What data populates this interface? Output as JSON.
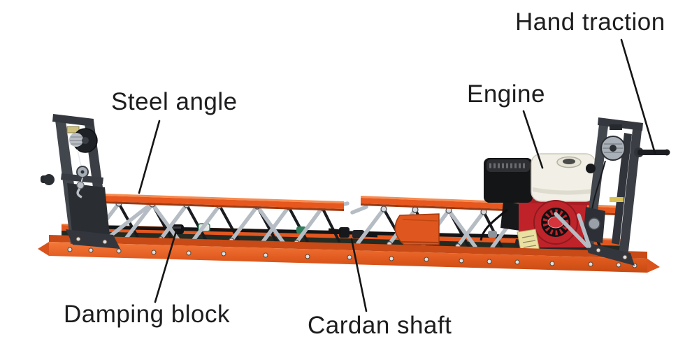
{
  "labels": [
    {
      "id": "hand-traction",
      "text": "Hand traction"
    },
    {
      "id": "steel-angle",
      "text": "Steel angle"
    },
    {
      "id": "engine",
      "text": "Engine"
    },
    {
      "id": "damping-block",
      "text": "Damping block"
    },
    {
      "id": "cardan-shaft",
      "text": "Cardan shaft"
    }
  ],
  "colors": {
    "background": "#ffffff",
    "label_text": "#1d1d1f",
    "leader_line": "#161616",
    "orange_main": "#e7571e",
    "orange_light": "#f58c52",
    "orange_dark": "#c2470f",
    "frame_gray": "#3e4249",
    "frame_dark": "#2b2e33",
    "strut_silver": "#b6bcc3",
    "engine_red": "#c0232b",
    "tank_white": "#f1efe6",
    "tag_yellow": "#e9e0a2"
  }
}
